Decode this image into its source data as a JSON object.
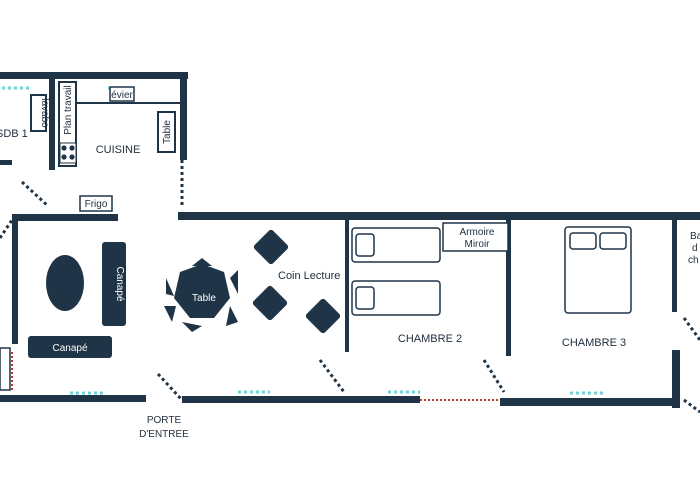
{
  "colors": {
    "wall": "#1f3446",
    "furniture": "#1f3446",
    "window": "#6fd0d8",
    "door_swing": "#1f3446",
    "door_red": "#c0392b",
    "text": "#1f2d3d"
  },
  "rooms": {
    "sdb1": "SDB 1",
    "cuisine": "CUISINE",
    "chambre2": "CHAMBRE 2",
    "chambre3": "CHAMBRE 3",
    "coin_lecture": "Coin Lecture",
    "bain_partial": [
      "Ba",
      "d",
      "ch"
    ]
  },
  "furniture": {
    "lavabo": "lavabo",
    "plan_travail": "Plan travail",
    "evier": "évier",
    "table_kitchen": "Table",
    "frigo": "Frigo",
    "canape_vertical": "Canapé",
    "canape_horizontal": "Canapé",
    "table_living": "Table",
    "armoire_line1": "Armoire",
    "armoire_line2": "Miroir"
  },
  "entrance": {
    "line1": "PORTE",
    "line2": "D'ENTREE"
  }
}
